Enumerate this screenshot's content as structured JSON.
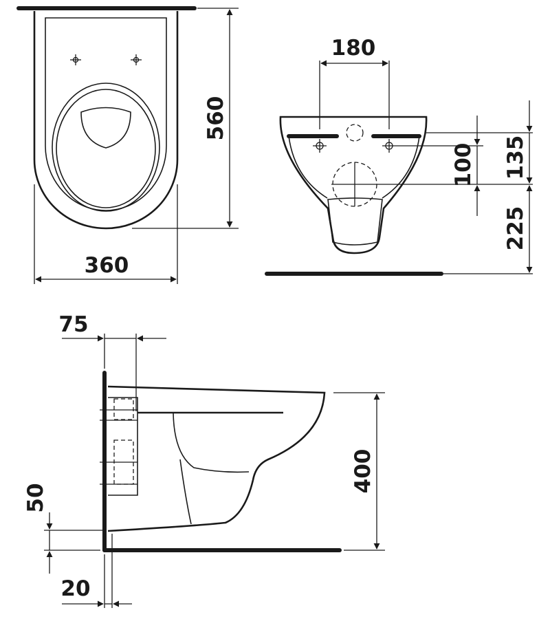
{
  "dimensions": {
    "top_view": {
      "width": "360",
      "depth": "560"
    },
    "front_view": {
      "bolt_spacing": "180",
      "bolt_to_outlet": "100",
      "rim_to_outlet": "135",
      "outlet_to_floor": "225"
    },
    "side_view": {
      "wall_offset": "75",
      "height": "400",
      "outlet_height": "50",
      "wall_gap": "20"
    }
  }
}
